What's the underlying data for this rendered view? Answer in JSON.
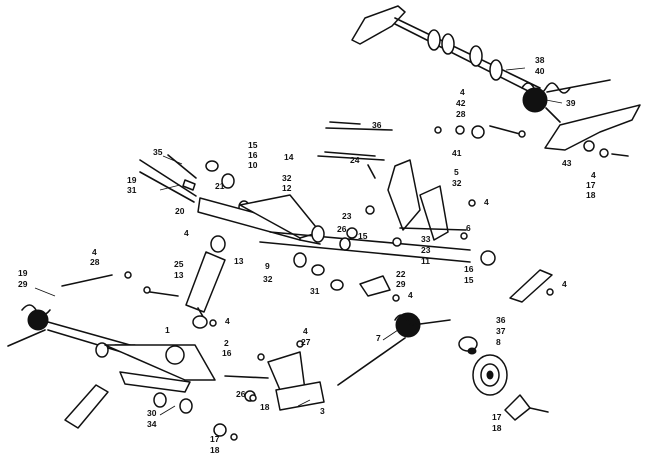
{
  "diagram": {
    "callouts": [
      {
        "id": "c38",
        "text": "38"
      },
      {
        "id": "c40",
        "text": "40"
      },
      {
        "id": "c39",
        "text": "39"
      },
      {
        "id": "c4a",
        "text": "4"
      },
      {
        "id": "c42",
        "text": "42"
      },
      {
        "id": "c28a",
        "text": "28"
      },
      {
        "id": "c41",
        "text": "41"
      },
      {
        "id": "c43",
        "text": "43"
      },
      {
        "id": "c4b",
        "text": "4"
      },
      {
        "id": "c17a",
        "text": "17"
      },
      {
        "id": "c18a",
        "text": "18"
      },
      {
        "id": "c36a",
        "text": "36"
      },
      {
        "id": "c14",
        "text": "14"
      },
      {
        "id": "c24",
        "text": "24"
      },
      {
        "id": "c15a",
        "text": "15"
      },
      {
        "id": "c16a",
        "text": "16"
      },
      {
        "id": "c10",
        "text": "10"
      },
      {
        "id": "c35",
        "text": "35"
      },
      {
        "id": "c19a",
        "text": "19"
      },
      {
        "id": "c31a",
        "text": "31"
      },
      {
        "id": "c21",
        "text": "21"
      },
      {
        "id": "c20a",
        "text": "20"
      },
      {
        "id": "c32a",
        "text": "32"
      },
      {
        "id": "c12",
        "text": "12"
      },
      {
        "id": "c5",
        "text": "5"
      },
      {
        "id": "c32b",
        "text": "32"
      },
      {
        "id": "c4c",
        "text": "4"
      },
      {
        "id": "c23a",
        "text": "23"
      },
      {
        "id": "c6",
        "text": "6"
      },
      {
        "id": "c4d",
        "text": "4"
      },
      {
        "id": "c26a",
        "text": "26"
      },
      {
        "id": "c15b",
        "text": "15"
      },
      {
        "id": "c33",
        "text": "33"
      },
      {
        "id": "c23b",
        "text": "23"
      },
      {
        "id": "c11",
        "text": "11"
      },
      {
        "id": "c13a",
        "text": "13"
      },
      {
        "id": "c9",
        "text": "9"
      },
      {
        "id": "c16b",
        "text": "16"
      },
      {
        "id": "c15c",
        "text": "15"
      },
      {
        "id": "c4e",
        "text": "4"
      },
      {
        "id": "c4f",
        "text": "4"
      },
      {
        "id": "c28b",
        "text": "28"
      },
      {
        "id": "c25",
        "text": "25"
      },
      {
        "id": "c13b",
        "text": "13"
      },
      {
        "id": "c32c",
        "text": "32"
      },
      {
        "id": "c22",
        "text": "22"
      },
      {
        "id": "c29a",
        "text": "29"
      },
      {
        "id": "c4g",
        "text": "4"
      },
      {
        "id": "c31b",
        "text": "31"
      },
      {
        "id": "c19b",
        "text": "19"
      },
      {
        "id": "c29b",
        "text": "29"
      },
      {
        "id": "c4h",
        "text": "4"
      },
      {
        "id": "c1",
        "text": "1"
      },
      {
        "id": "c7",
        "text": "7"
      },
      {
        "id": "c36b",
        "text": "36"
      },
      {
        "id": "c37",
        "text": "37"
      },
      {
        "id": "c8",
        "text": "8"
      },
      {
        "id": "c2",
        "text": "2"
      },
      {
        "id": "c16c",
        "text": "16"
      },
      {
        "id": "c4i",
        "text": "4"
      },
      {
        "id": "c27",
        "text": "27"
      },
      {
        "id": "c26b",
        "text": "26"
      },
      {
        "id": "c18b",
        "text": "18"
      },
      {
        "id": "c3",
        "text": "3"
      },
      {
        "id": "c30",
        "text": "30"
      },
      {
        "id": "c34",
        "text": "34"
      },
      {
        "id": "c17b",
        "text": "17"
      },
      {
        "id": "c18c",
        "text": "18"
      },
      {
        "id": "c17c",
        "text": "17"
      },
      {
        "id": "c18d",
        "text": "18"
      }
    ]
  }
}
